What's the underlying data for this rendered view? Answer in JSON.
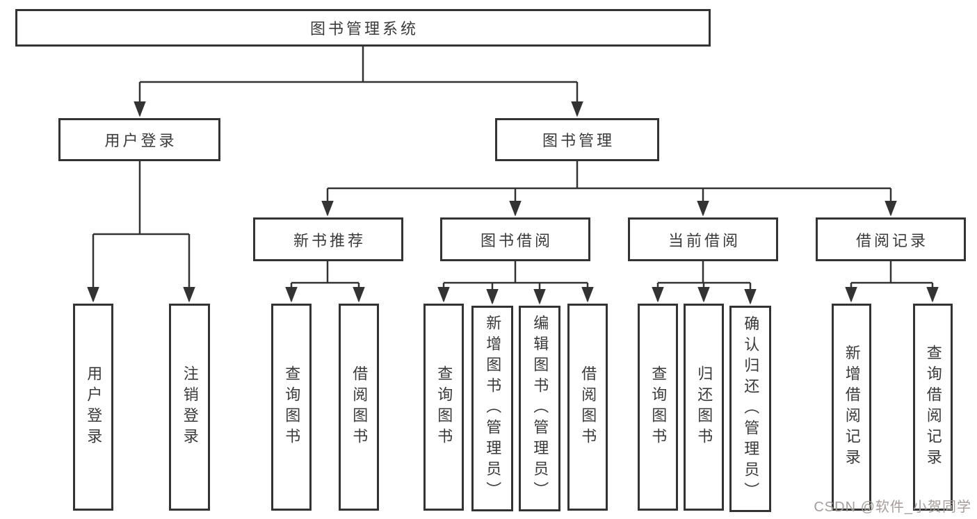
{
  "nodes": {
    "root": "图书管理系统",
    "user_login": "用户登录",
    "book_manage": "图书管理",
    "leaf_user_login": "用户登录",
    "leaf_logout": "注销登录",
    "new_book_rec": "新书推荐",
    "book_borrow": "图书借阅",
    "current_borrow": "当前借阅",
    "borrow_record": "借阅记录",
    "rec_query_book": "查询图书",
    "rec_borrow_book": "借阅图书",
    "bb_query_book": "查询图书",
    "bb_add_book": "新增图书（管理员）",
    "bb_edit_book": "编辑图书（管理员）",
    "bb_borrow_book": "借阅图书",
    "cb_query_book": "查询图书",
    "cb_return_book": "归还图书",
    "cb_confirm_return": "确认归还（管理员）",
    "br_add_record": "新增借阅记录",
    "br_query_record": "查询借阅记录"
  },
  "hierarchy": {
    "图书管理系统": [
      "用户登录",
      "图书管理"
    ],
    "用户登录": [
      "用户登录",
      "注销登录"
    ],
    "图书管理": [
      "新书推荐",
      "图书借阅",
      "当前借阅",
      "借阅记录"
    ],
    "新书推荐": [
      "查询图书",
      "借阅图书"
    ],
    "图书借阅": [
      "查询图书",
      "新增图书（管理员）",
      "编辑图书（管理员）",
      "借阅图书"
    ],
    "当前借阅": [
      "查询图书",
      "归还图书",
      "确认归还（管理员）"
    ],
    "借阅记录": [
      "新增借阅记录",
      "查询借阅记录"
    ]
  },
  "watermark": "CSDN @软件_小贺同学",
  "colors": {
    "line": "#333333",
    "box_border": "#333333",
    "text": "#3a3a3a",
    "watermark_text": "#a59c9c",
    "background": "#ffffff"
  }
}
